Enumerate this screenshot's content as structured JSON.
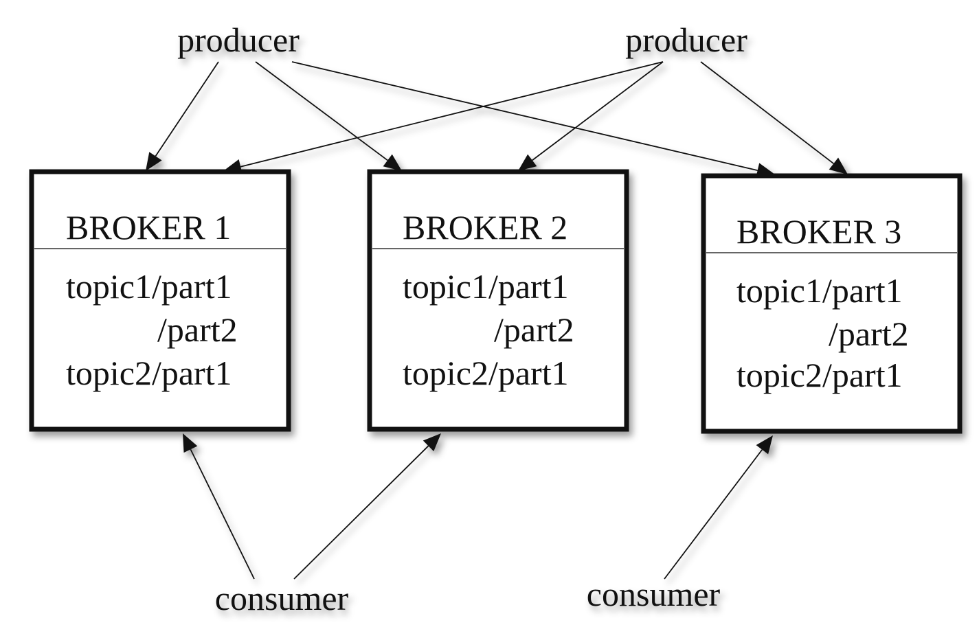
{
  "nodes": {
    "producers": [
      {
        "id": "producer-left",
        "label": "producer"
      },
      {
        "id": "producer-right",
        "label": "producer"
      }
    ],
    "consumers": [
      {
        "id": "consumer-left",
        "label": "consumer"
      },
      {
        "id": "consumer-right",
        "label": "consumer"
      }
    ],
    "brokers": [
      {
        "id": "broker-1",
        "title": "BROKER 1",
        "rows": [
          "topic1/part1",
          "/part2",
          "topic2/part1"
        ]
      },
      {
        "id": "broker-2",
        "title": "BROKER 2",
        "rows": [
          "topic1/part1",
          "/part2",
          "topic2/part1"
        ]
      },
      {
        "id": "broker-3",
        "title": "BROKER 3",
        "rows": [
          "topic1/part1",
          "/part2",
          "topic2/part1"
        ]
      }
    ]
  },
  "edges": [
    {
      "from": "producer-left",
      "to": "broker-1"
    },
    {
      "from": "producer-left",
      "to": "broker-2"
    },
    {
      "from": "producer-left",
      "to": "broker-3"
    },
    {
      "from": "producer-right",
      "to": "broker-1"
    },
    {
      "from": "producer-right",
      "to": "broker-2"
    },
    {
      "from": "producer-right",
      "to": "broker-3"
    },
    {
      "from": "consumer-left",
      "to": "broker-1"
    },
    {
      "from": "consumer-left",
      "to": "broker-2"
    },
    {
      "from": "consumer-right",
      "to": "broker-3"
    }
  ],
  "colors": {
    "stroke": "#111111",
    "background": "#ffffff"
  }
}
